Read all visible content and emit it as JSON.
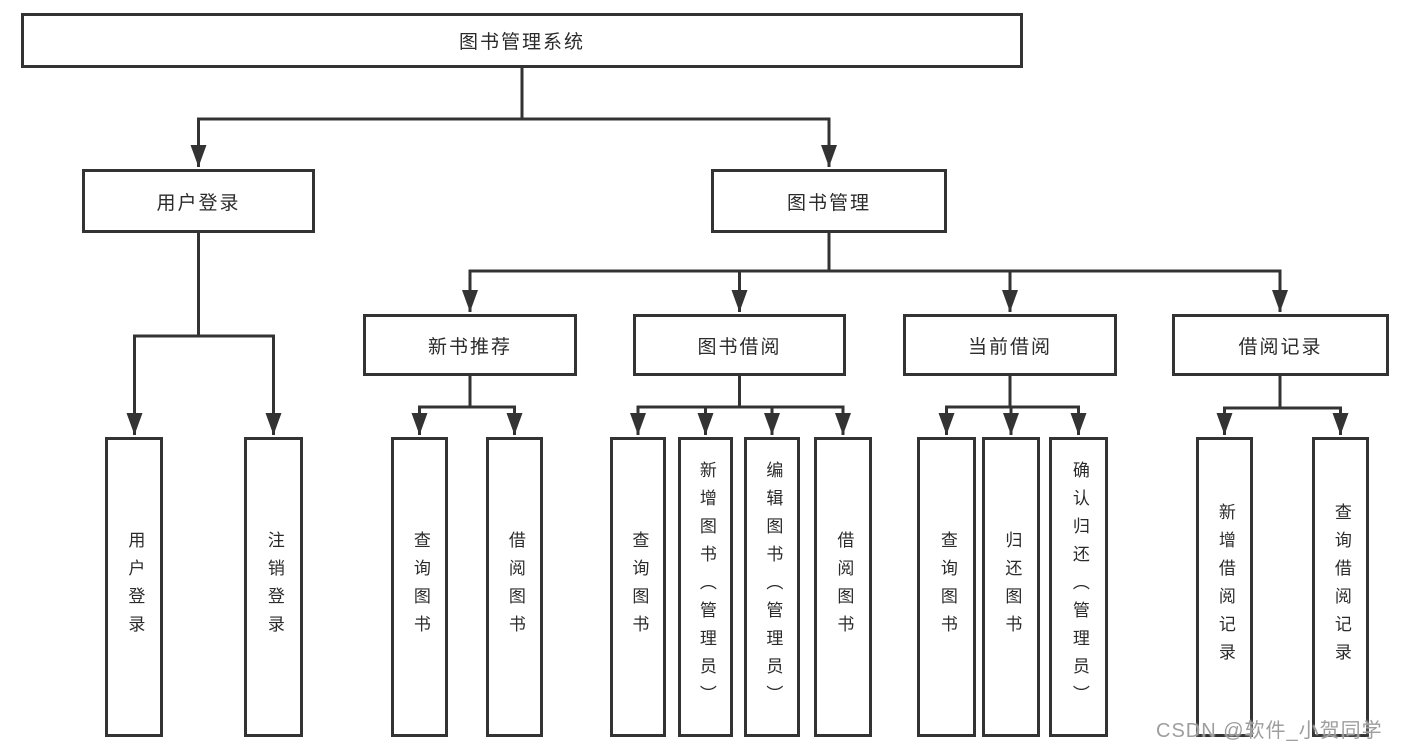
{
  "diagram": {
    "root": {
      "label": "图书管理系统"
    },
    "level2": [
      {
        "label": "用户登录"
      },
      {
        "label": "图书管理"
      }
    ],
    "level3": [
      {
        "label": "新书推荐"
      },
      {
        "label": "图书借阅"
      },
      {
        "label": "当前借阅"
      },
      {
        "label": "借阅记录"
      }
    ],
    "leaves": {
      "user_login": [
        "用户登录",
        "注销登录"
      ],
      "new_book_recommendation": [
        "查询图书",
        "借阅图书"
      ],
      "book_borrowing": [
        "查询图书",
        "新增图书（管理员）",
        "编辑图书（管理员）",
        "借阅图书"
      ],
      "current_borrowing": [
        "查询图书",
        "归还图书",
        "确认归还（管理员）"
      ],
      "borrowing_records": [
        "新增借阅记录",
        "查询借阅记录"
      ]
    },
    "watermark": "CSDN @软件_小贺同学",
    "colors": {
      "line": "#333333",
      "box_border": "#333333",
      "text": "#2b2b2b",
      "watermark": "#9e9e9e"
    }
  }
}
